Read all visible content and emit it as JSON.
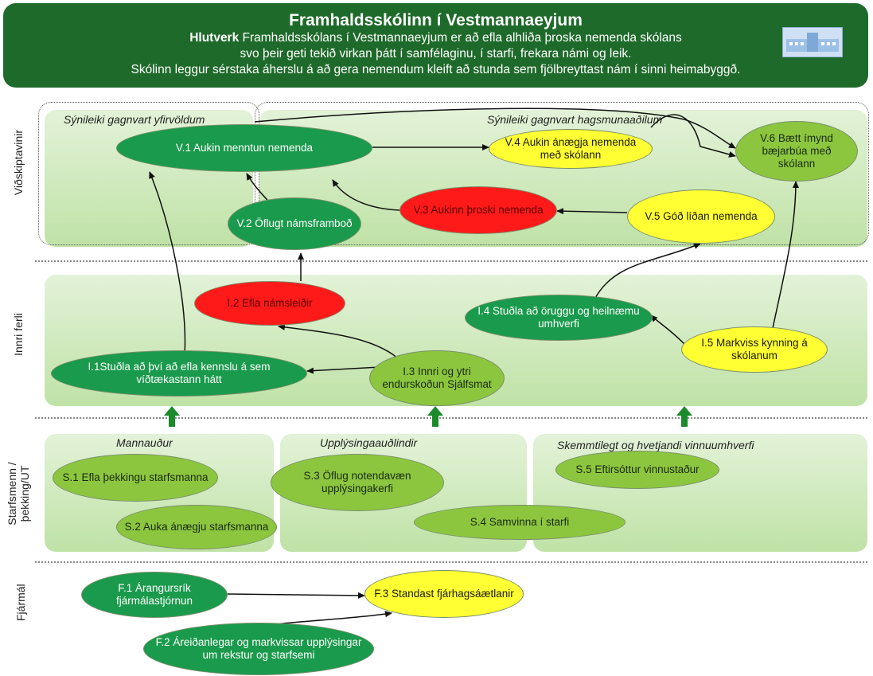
{
  "header": {
    "title": "Framhaldsskólinn í Vestmannaeyjum",
    "line1_bold": "Hlutverk",
    "line1_rest": " Framhaldsskólans í Vestmannaeyjum er að efla alhliða þroska nemenda skólans",
    "line2": "svo þeir geti tekið virkan þátt í samfélaginu, í starfi, frekara námi og leik.",
    "line3": "Skólinn leggur sérstaka áherslu á að gera nemendum kleift að stunda sem fjölbreyttast nám í sinni heimabyggð."
  },
  "sections": {
    "customers": "Viðskiptavinir",
    "internal": "Innri ferli",
    "staff": "Starfsmenn / þekking/UT",
    "finance": "Fjármál"
  },
  "zones": {
    "authorities": "Sýnileiki gagnvart yfirvöldum",
    "stakeholders": "Sýnileiki gagnvart hagsmunaaðilum",
    "human": "Mannauður",
    "info": "Upplýsingaauðlindir",
    "workplace": "Skemmtilegt og hvetjandi vinnuumhverfi"
  },
  "nodes": {
    "v1": "V.1 Aukin menntun nemenda",
    "v2": "V.2 Öflugt námsframboð",
    "v3": "V.3 Aukinn þroski nemenda",
    "v4": "V.4 Aukin ánægja nemenda með skólann",
    "v5": "V.5 Góð líðan nemenda",
    "v6": "V.6 Bætt ímynd bæjarbúa með skólann",
    "i1": "I.1Stuðla að því að efla kennslu á sem víðtækastann hátt",
    "i2": "I.2 Efla námsleiðir",
    "i3": "I.3  Innri og ytri endurskoðun Sjálfsmat",
    "i4": "I.4 Stuðla að öruggu og heilnæmu umhverfi",
    "i5": "I.5 Markviss kynning á skólanum",
    "s1": "S.1 Efla þekkingu starfsmanna",
    "s2": "S.2 Auka ánægju starfsmanna",
    "s3": "S.3 Öflug notendavæn upplýsingakerfi",
    "s4": "S.4 Samvinna í starfi",
    "s5": "S.5 Eftirsóttur vinnustaður",
    "f1": "F.1 Árangursrík fjármálastjórnun",
    "f2": "F.2 Áreiðanlegar og markvissar upplýsingar um rekstur og starfsemi",
    "f3": "F.3 Standast fjárhagsáætlanir"
  },
  "colors": {
    "dark_green": "#1a9a4c",
    "light_green": "#8cc63f",
    "yellow": "#ffff33",
    "red": "#ff1a1a",
    "header": "#1e6a2a"
  }
}
